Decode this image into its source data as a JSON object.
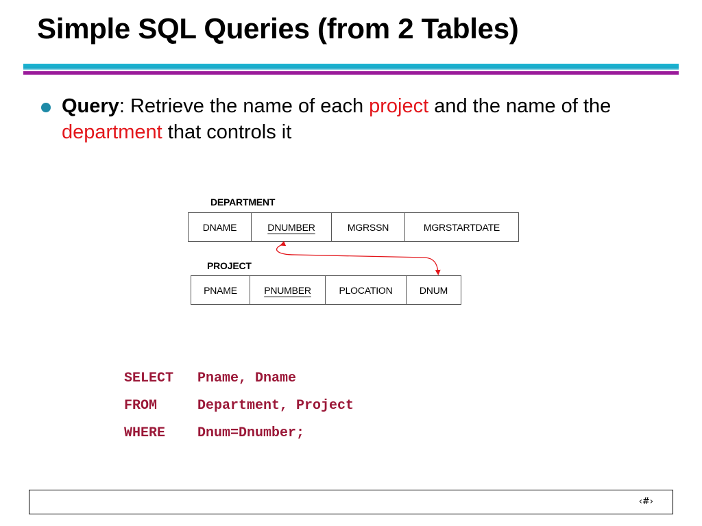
{
  "slide": {
    "title": "Simple SQL Queries (from 2 Tables)",
    "bullet": {
      "label": "Query",
      "seg1": ": Retrieve the name of each ",
      "highlight1": "project",
      "seg2": " and the name of the ",
      "highlight2": "department",
      "seg3": " that controls it"
    },
    "department": {
      "name": "DEPARTMENT",
      "columns": [
        "DNAME",
        "DNUMBER",
        "MGRSSN",
        "MGRSTARTDATE"
      ]
    },
    "project": {
      "name": "PROJECT",
      "columns": [
        "PNAME",
        "PNUMBER",
        "PLOCATION",
        "DNUM"
      ]
    },
    "sql": [
      {
        "keyword": "SELECT",
        "rest": "Pname, Dname"
      },
      {
        "keyword": "FROM",
        "rest": "Department, Project"
      },
      {
        "keyword": "WHERE",
        "rest": "Dnum=Dnumber;"
      }
    ],
    "page_number": "‹#›",
    "colors": {
      "highlight": "#e3161b",
      "sql": "#9b1838",
      "bullet": "#1e8aa7",
      "rule_top": "#1aa8c8",
      "rule_bottom": "#9a1a9a"
    }
  }
}
